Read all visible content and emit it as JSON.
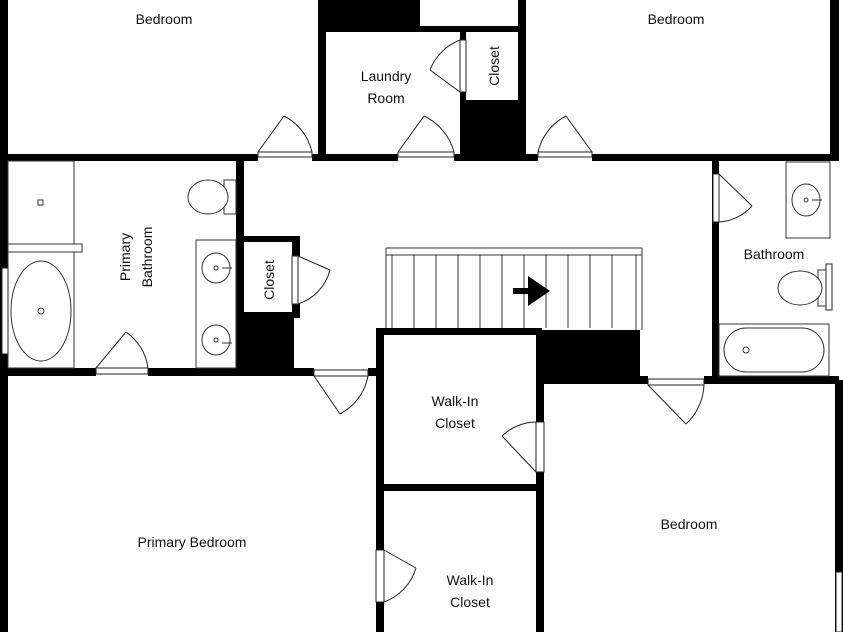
{
  "rooms": {
    "bedroom_top_left": "Bedroom",
    "bedroom_top_right": "Bedroom",
    "laundry_line1": "Laundry",
    "laundry_line2": "Room",
    "closet_laundry": "Closet",
    "primary_bath_line1": "Primary",
    "primary_bath_line2": "Bathroom",
    "closet_hall": "Closet",
    "bathroom": "Bathroom",
    "walkin_upper_line1": "Walk-In",
    "walkin_upper_line2": "Closet",
    "walkin_lower_line1": "Walk-In",
    "walkin_lower_line2": "Closet",
    "primary_bedroom": "Primary Bedroom",
    "bedroom_lower_right": "Bedroom"
  },
  "colors": {
    "wall": "#000000",
    "background": "#ffffff",
    "fixture_stroke": "#333333"
  },
  "icons": {
    "stair_direction": "arrow-right-icon"
  }
}
